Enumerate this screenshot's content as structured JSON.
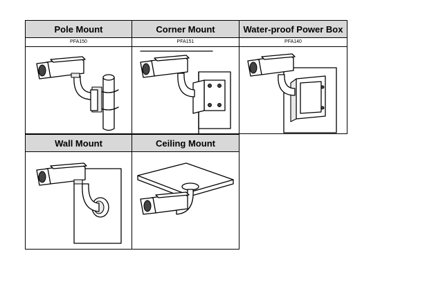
{
  "table": {
    "cells": [
      {
        "title": "Pole Mount",
        "code": "PFA150"
      },
      {
        "title": "Corner Mount",
        "code": "PFA151"
      },
      {
        "title": "Water-proof Power Box",
        "code": "PFA140"
      },
      {
        "title": "Wall Mount",
        "code": ""
      },
      {
        "title": "Ceiling Mount",
        "code": ""
      }
    ]
  },
  "illustrations": {
    "pole": "pole-mount-illustration",
    "corner": "corner-mount-illustration",
    "power_box": "power-box-illustration",
    "wall": "wall-mount-illustration",
    "ceiling": "ceiling-mount-illustration"
  }
}
